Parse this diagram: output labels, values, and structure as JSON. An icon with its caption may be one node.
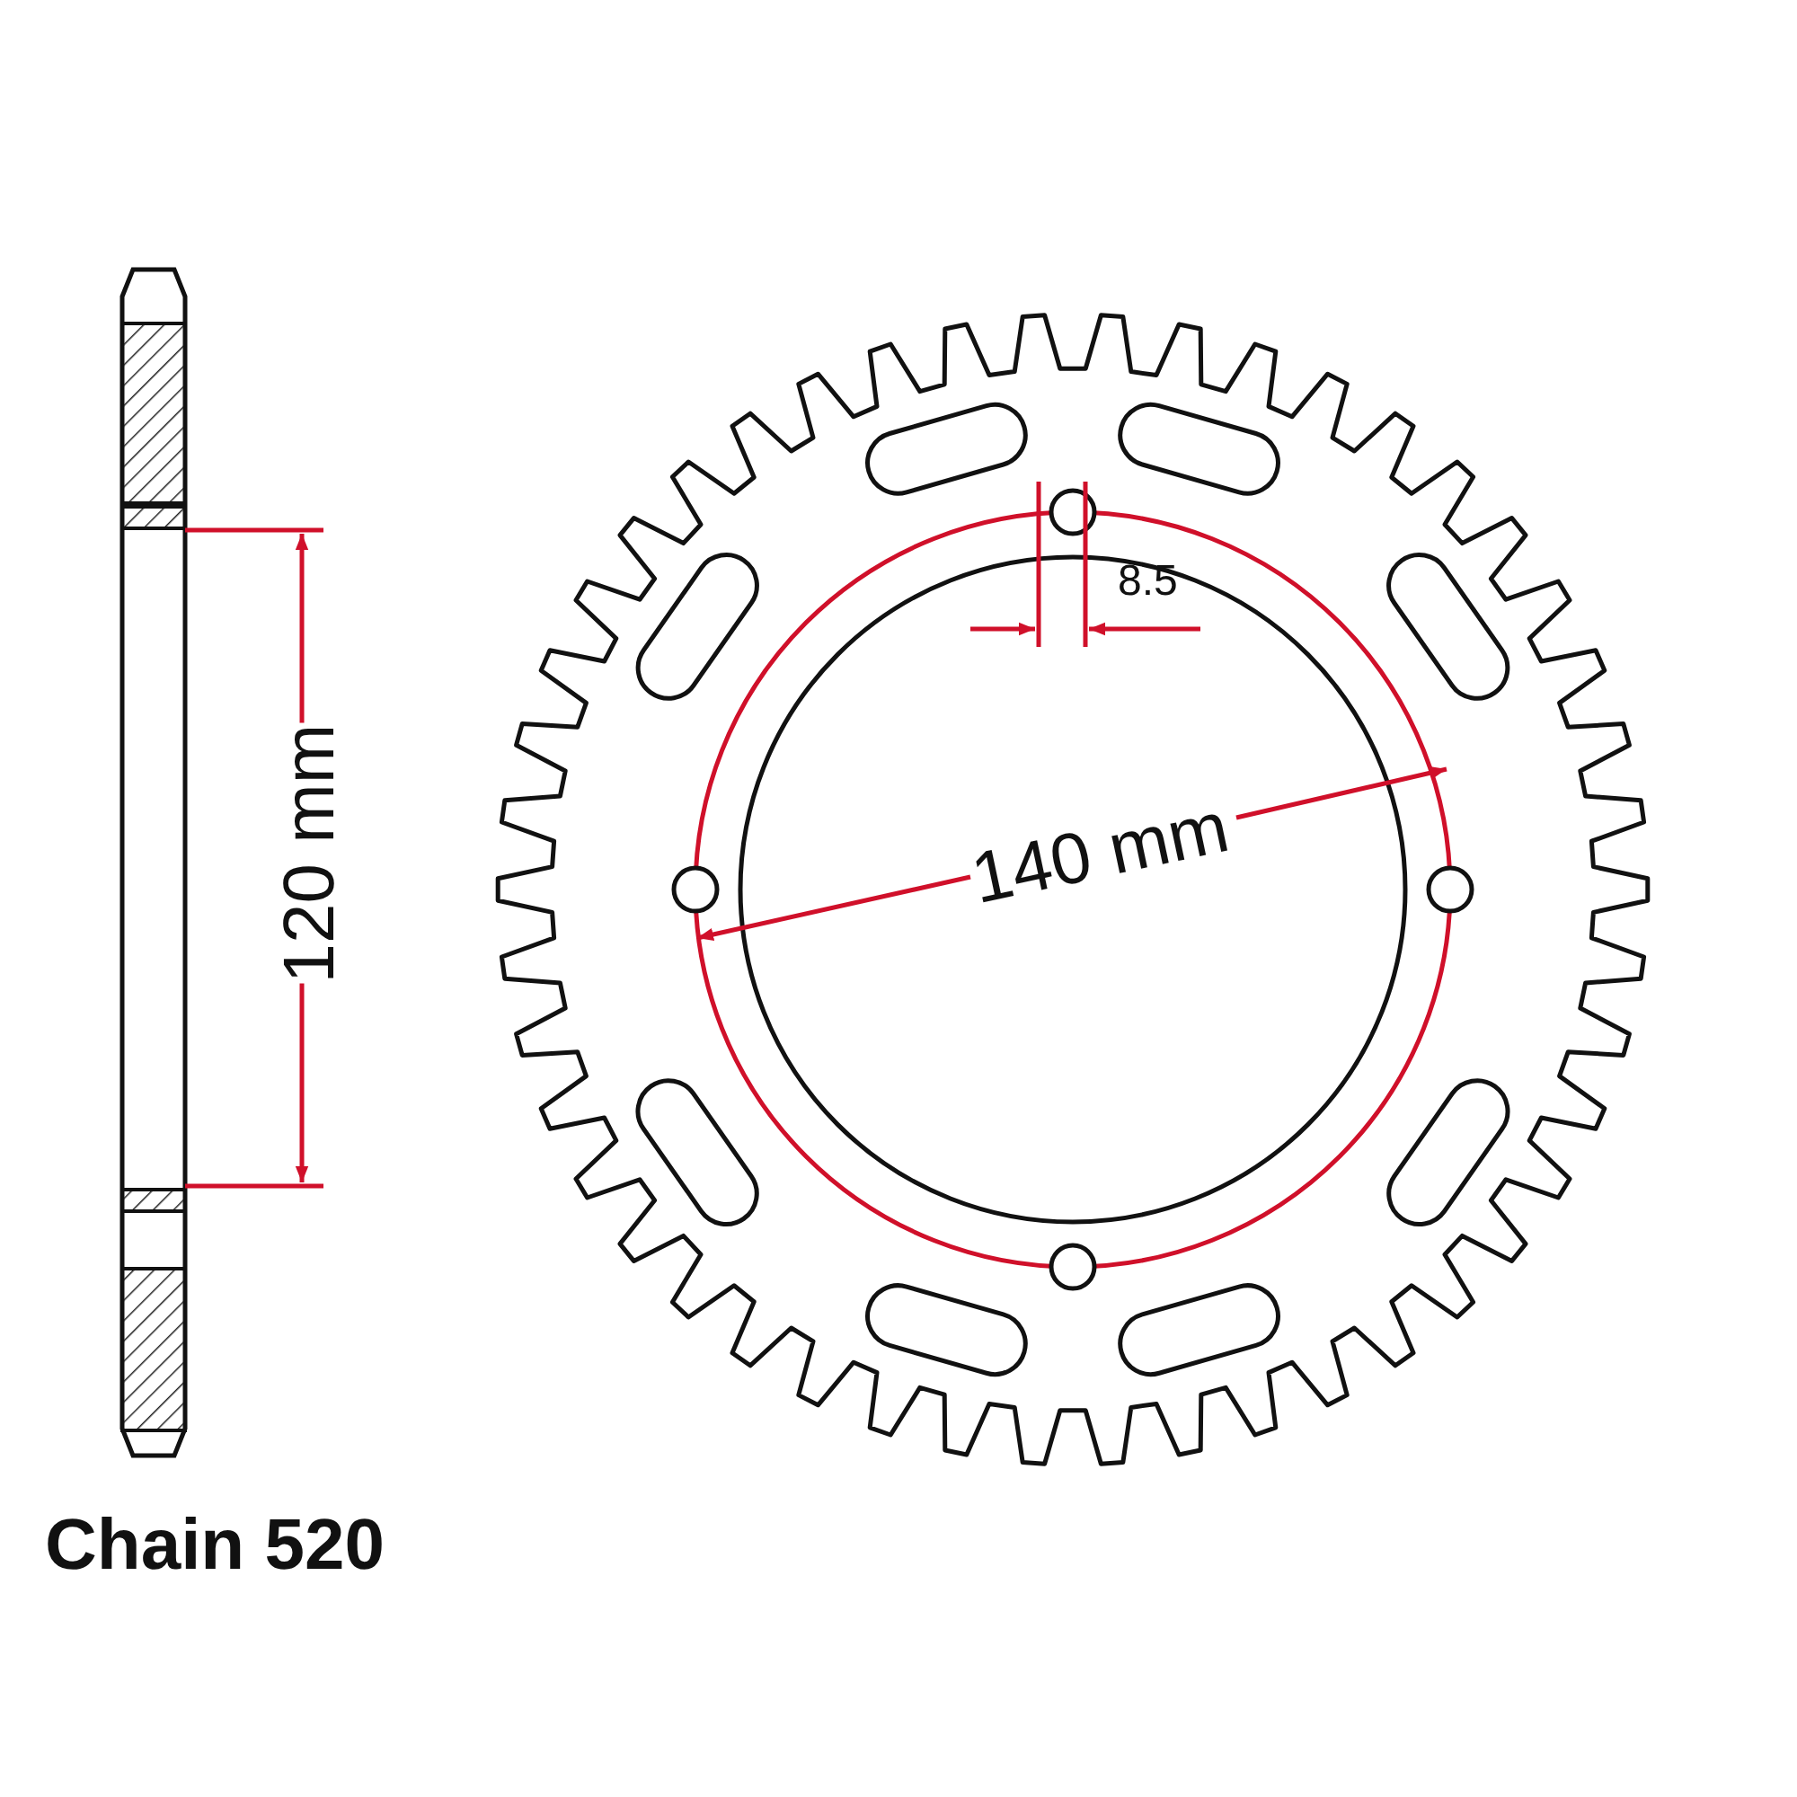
{
  "diagram": {
    "labels": [
      "8.5",
      "140 mm",
      "120 mm",
      "Chain 520"
    ]
  }
}
